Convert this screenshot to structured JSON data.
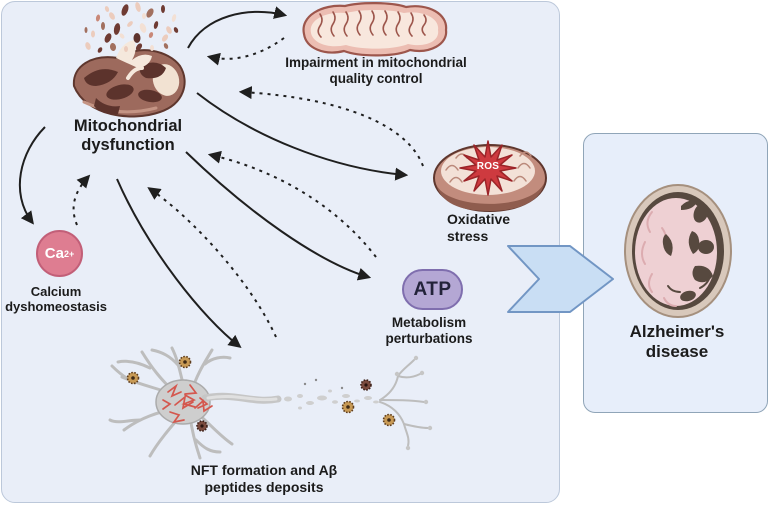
{
  "figure": {
    "subject": "Mitochondrial dysfunction pathways leading to Alzheimer's disease",
    "nodes": {
      "dysfunction": {
        "line1": "Mitochondrial",
        "line2": "dysfunction"
      },
      "quality_control": {
        "line1": "Impairment in mitochondrial",
        "line2": "quality control"
      },
      "oxidative": {
        "line1": "Oxidative",
        "line2": "stress",
        "badge": "ROS"
      },
      "calcium": {
        "symbol": "Ca",
        "charge": "2+",
        "line1": "Calcium",
        "line2": "dyshomeostasis"
      },
      "atp": {
        "symbol": "ATP",
        "line1": "Metabolism",
        "line2": "perturbations"
      },
      "nft": {
        "line1": "NFT formation and Aβ",
        "line2": "peptides deposits"
      },
      "alzheimers": {
        "line1": "Alzheimer's",
        "line2": "disease"
      }
    },
    "arrows": [
      {
        "from": "mitochondrial-dysfunction",
        "to": "quality-control",
        "style": "solid"
      },
      {
        "from": "quality-control",
        "to": "mitochondrial-dysfunction",
        "style": "dashed"
      },
      {
        "from": "mitochondrial-dysfunction",
        "to": "oxidative-stress",
        "style": "solid"
      },
      {
        "from": "oxidative-stress",
        "to": "mitochondrial-dysfunction",
        "style": "dashed"
      },
      {
        "from": "mitochondrial-dysfunction",
        "to": "atp-metabolism",
        "style": "solid"
      },
      {
        "from": "atp-metabolism",
        "to": "mitochondrial-dysfunction",
        "style": "dashed"
      },
      {
        "from": "mitochondrial-dysfunction",
        "to": "nft-neuron",
        "style": "solid"
      },
      {
        "from": "nft-neuron",
        "to": "mitochondrial-dysfunction",
        "style": "dashed"
      },
      {
        "from": "mitochondrial-dysfunction",
        "to": "calcium-dyshomeostasis",
        "style": "solid"
      },
      {
        "from": "calcium-dyshomeostasis",
        "to": "mitochondrial-dysfunction",
        "style": "dashed"
      },
      {
        "from": "pathway-panel",
        "to": "alzheimers-disease",
        "style": "block-chevron"
      }
    ],
    "colors": {
      "panel_bg": "#e9eef8",
      "panel_border": "#bcc8da",
      "result_box_bg": "#e7eefa",
      "result_box_border": "#90a5b8",
      "chevron_fill": "#c9def4",
      "chevron_border": "#7296c4",
      "calcium_fill": "#de7d91",
      "calcium_border": "#c25f78",
      "atp_fill": "#b4a7d4",
      "atp_border": "#7f6eae",
      "ros_star": "#ce3a3f",
      "arrow": "#1f1f1f",
      "text": "#1b1b1b"
    }
  }
}
